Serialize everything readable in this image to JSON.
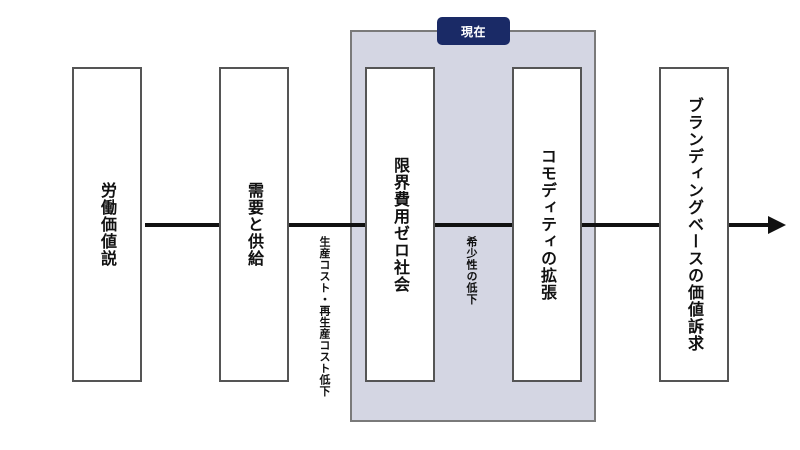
{
  "diagram": {
    "current_badge": "現在",
    "stages": [
      {
        "id": "labor-theory-of-value",
        "label": "労働価値説"
      },
      {
        "id": "supply-and-demand",
        "label": "需要と供給"
      },
      {
        "id": "zero-marginal-cost-society",
        "label": "限界費用ゼロ社会"
      },
      {
        "id": "commoditization-expansion",
        "label": "コモディティの拡張"
      },
      {
        "id": "branding-based-value-appeal",
        "label": "ブランディングベースの価値訴求"
      }
    ],
    "transitions": [
      {
        "id": "cost-reduction",
        "label": "生産コスト・再生産コスト低下"
      },
      {
        "id": "scarcity-decline",
        "label": "希少性の低下"
      }
    ],
    "colors": {
      "panel": "#d4d6e3",
      "badge": "#1a2a66",
      "line": "#111111",
      "box_border": "#555555"
    }
  }
}
